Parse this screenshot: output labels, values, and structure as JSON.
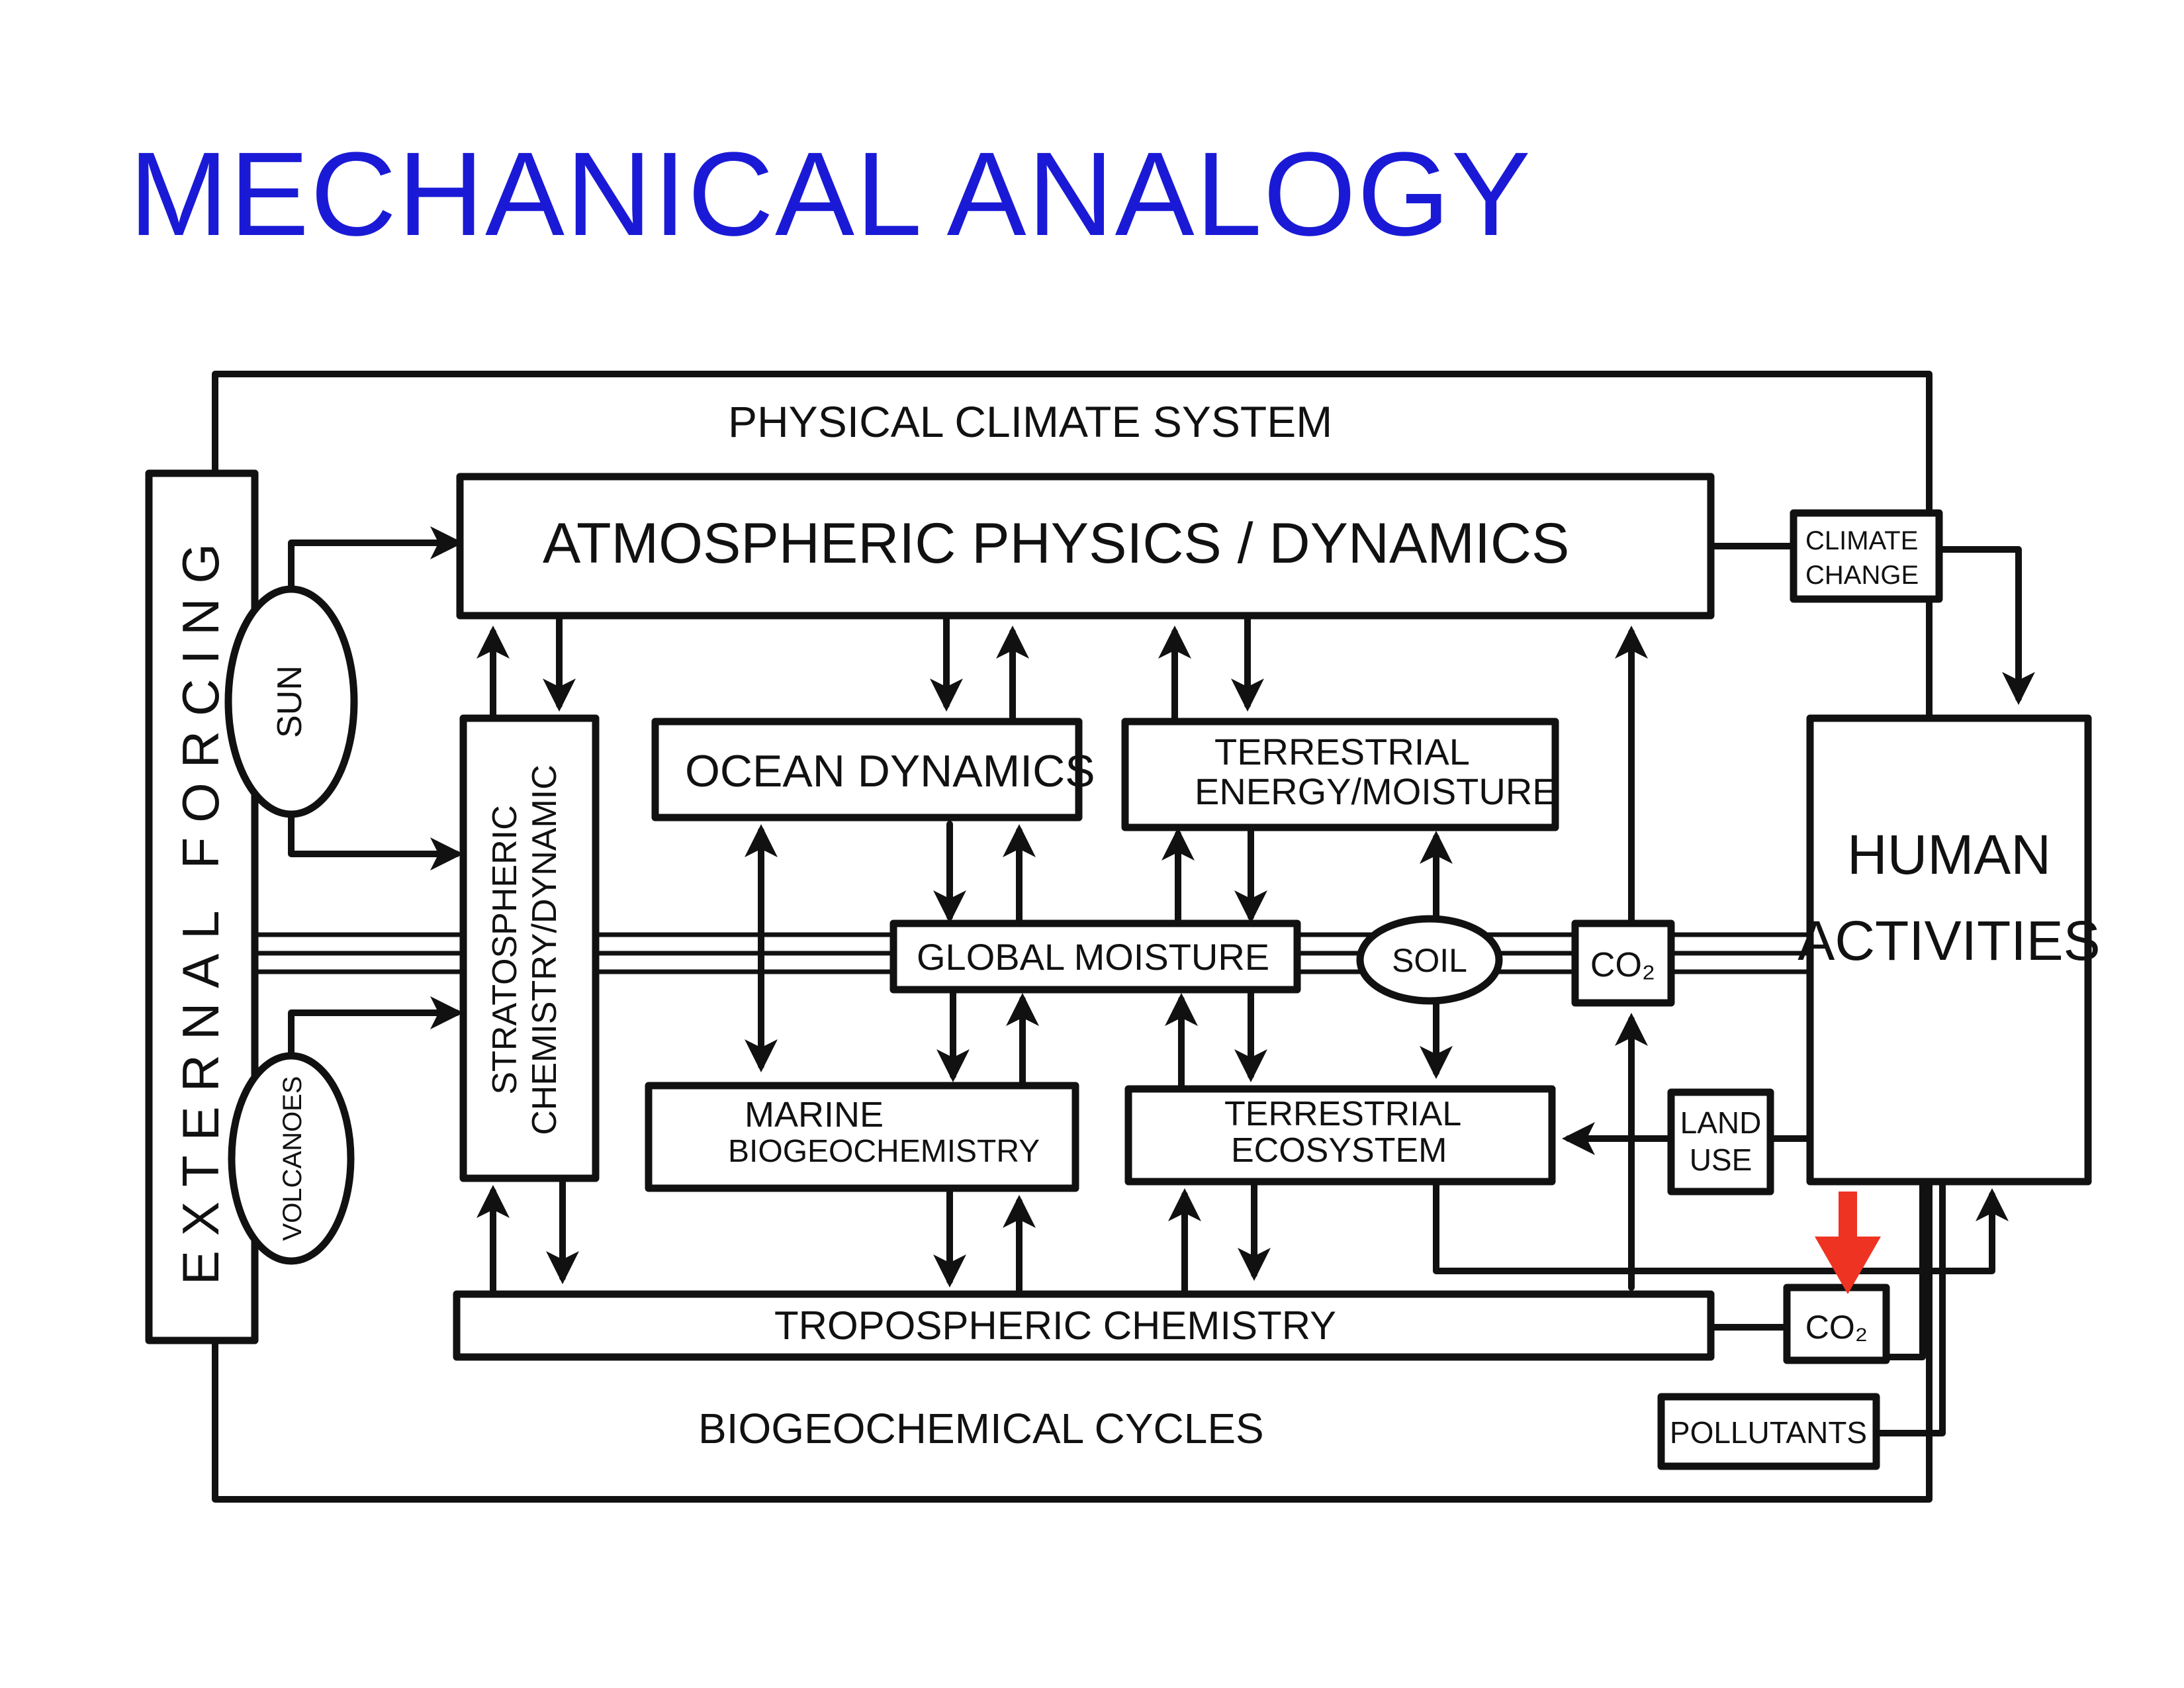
{
  "title": "MECHANICAL ANALOGY",
  "accent_color": "#1a1ad6",
  "highlight_arrow_color": "#ee3322",
  "labels": {
    "physical_climate_system": "PHYSICAL CLIMATE SYSTEM",
    "biogeochemical_cycles": "BIOGEOCHEMICAL CYCLES",
    "external_forcing": "EXTERNAL FORCING",
    "sun": "SUN",
    "volcanoes": "VOLCANOES",
    "atmospheric_physics": "ATMOSPHERIC PHYSICS / DYNAMICS",
    "climate_change_line1": "CLIMATE",
    "climate_change_line2": "CHANGE",
    "stratospheric_line1": "STRATOSPHERIC",
    "stratospheric_line2": "CHEMISTRY/DYNAMIC",
    "ocean_dynamics": "OCEAN DYNAMICS",
    "terrestrial_energy_line1": "TERRESTRIAL",
    "terrestrial_energy_line2": "ENERGY/MOISTURE",
    "global_moisture": "GLOBAL MOISTURE",
    "soil": "SOIL",
    "co2_mid": "CO₂",
    "human_line1": "HUMAN",
    "human_line2": "ACTIVITIES",
    "marine_line1": "MARINE",
    "marine_line2": "BIOGEOCHEMISTRY",
    "terrestrial_eco_line1": "TERRESTRIAL",
    "terrestrial_eco_line2": "ECOSYSTEM",
    "land_use_line1": "LAND",
    "land_use_line2": "USE",
    "tropospheric": "TROPOSPHERIC CHEMISTRY",
    "co2_bottom": "CO₂",
    "pollutants": "POLLUTANTS"
  }
}
